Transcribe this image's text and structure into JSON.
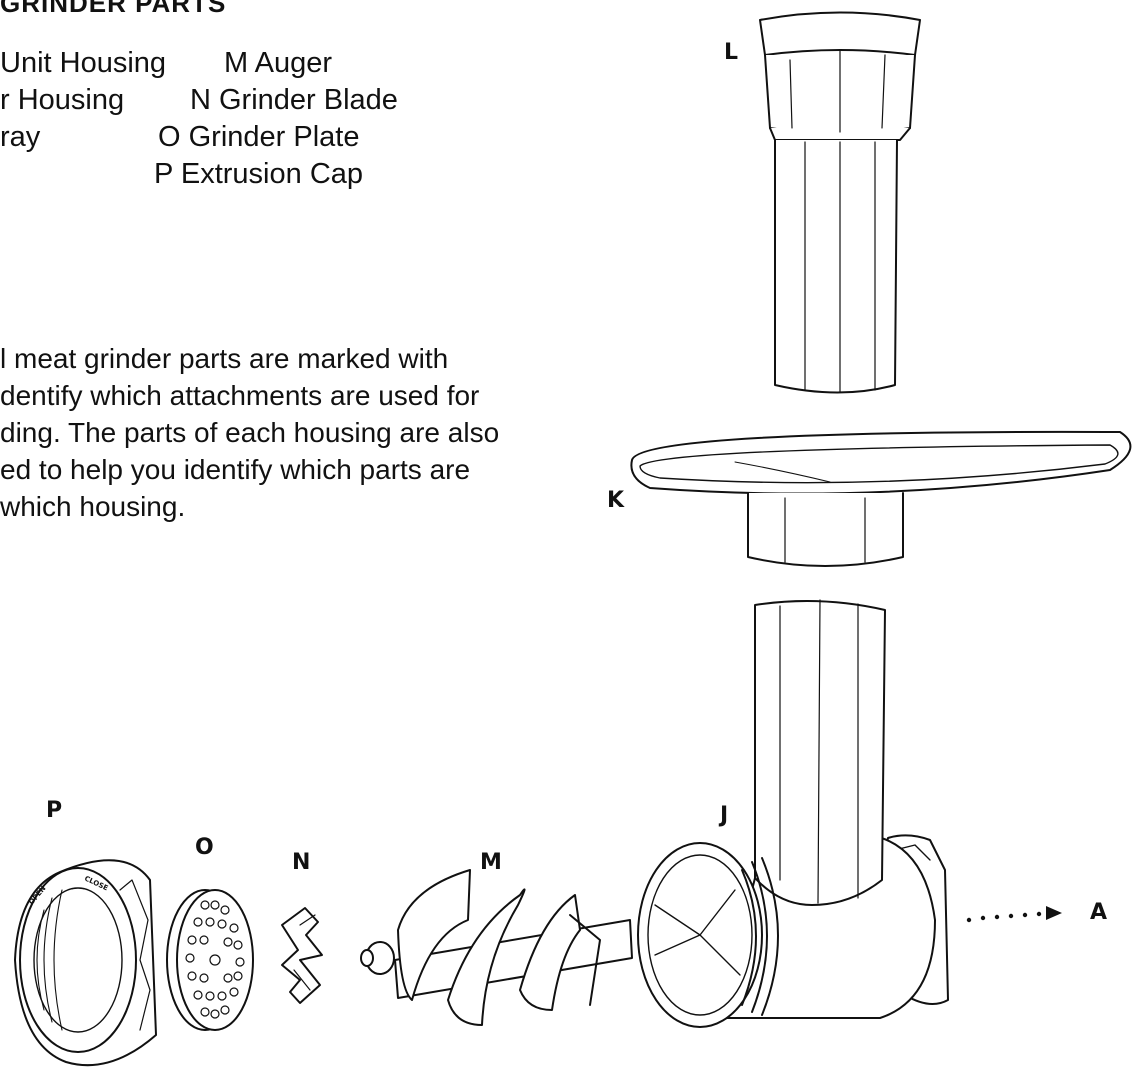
{
  "section_heading": "GRINDER PARTS",
  "legend": [
    {
      "left": "Unit Housing",
      "right": "M Auger"
    },
    {
      "left": "r Housing",
      "right": "N Grinder Blade"
    },
    {
      "left": "ray",
      "right": "O Grinder Plate"
    },
    {
      "left": "",
      "right": "P Extrusion Cap"
    }
  ],
  "paragraph_lines": [
    "l meat grinder parts are marked with",
    "dentify which attachments are used for",
    "ding. The parts of each housing are also",
    "ed to help you identify which parts are",
    " which housing."
  ],
  "callouts": {
    "L": "L",
    "K": "K",
    "J": "J",
    "P": "P",
    "O": "O",
    "N": "N",
    "M": "M",
    "A": "A"
  },
  "cap_text": {
    "open": "OPEN",
    "close": "CLOSE"
  }
}
